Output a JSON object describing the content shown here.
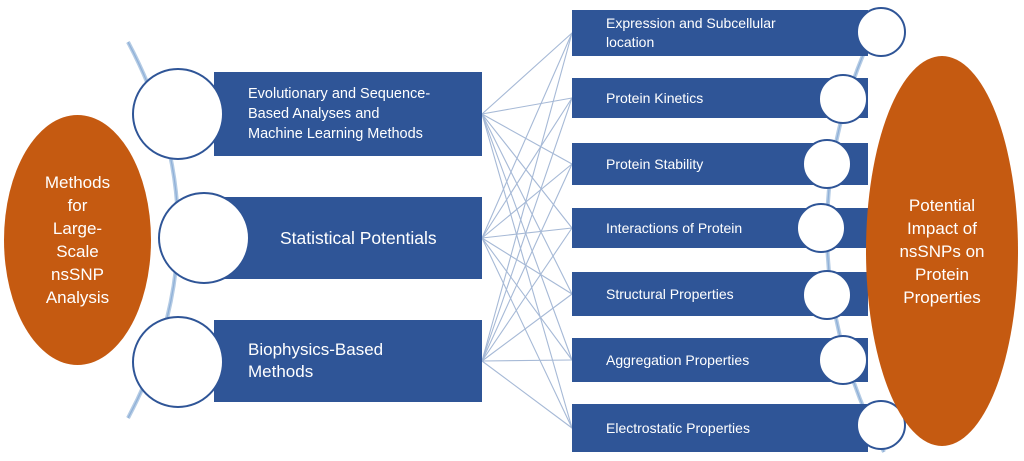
{
  "left_oval": {
    "text": "Methods\nfor\nLarge-\nScale\nnsSNP\nAnalysis"
  },
  "right_oval": {
    "text": "Potential\nImpact of\nnsSNPs on\nProtein\nProperties"
  },
  "methods": [
    "Evolutionary and Sequence-\nBased Analyses and\nMachine Learning Methods",
    "Statistical Potentials",
    "Biophysics-Based\nMethods"
  ],
  "properties": [
    "Expression and Subcellular\nlocation",
    "Protein Kinetics",
    "Protein Stability",
    "Interactions of Protein",
    "Structural Properties",
    "Aggregation Properties",
    "Electrostatic Properties"
  ],
  "colors": {
    "box": "#2f5597",
    "oval": "#c55a11",
    "connector": "#a6b9d6",
    "spine": "#b4cbe4"
  }
}
